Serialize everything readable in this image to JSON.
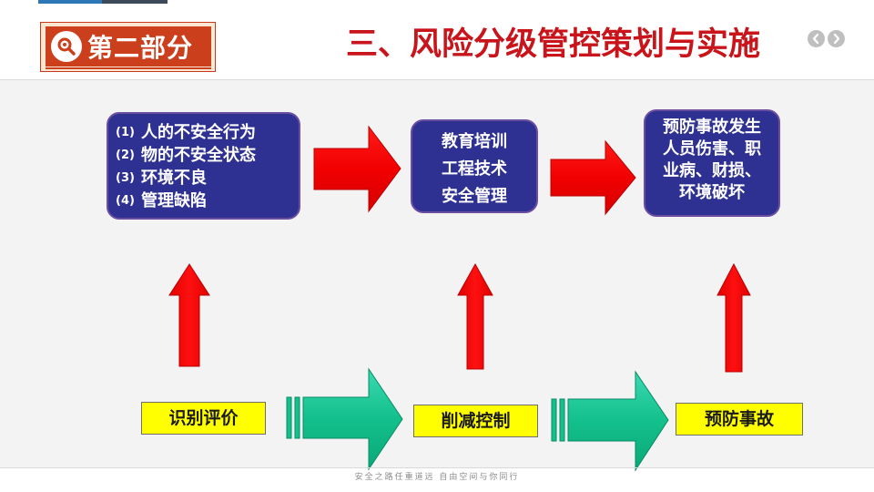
{
  "header": {
    "section_badge": "第二部分",
    "title": "三、风险分级管控策划与实施"
  },
  "factors_box": {
    "items": [
      {
        "num": "(1)",
        "text": "人的不安全行为"
      },
      {
        "num": "(2)",
        "text": "物的不安全状态"
      },
      {
        "num": "(3)",
        "text": "环境不良"
      },
      {
        "num": "(4)",
        "text": "管理缺陷"
      }
    ]
  },
  "measures_box": {
    "lines": [
      "教育培训",
      "工程技术",
      "安全管理"
    ]
  },
  "outcomes_box": {
    "lines": [
      "预防事故发生",
      "人员伤害、职",
      "业病、财损、",
      "环境破坏"
    ]
  },
  "steps": {
    "identify": "识别评价",
    "reduce": "削减控制",
    "prevent": "预防事故"
  },
  "footer": {
    "text": "安全之路任重道远  自由空间与你同行"
  },
  "colors": {
    "title_red": "#c8141a",
    "badge_red": "#cc3f1c",
    "navy_box": "#2e3192",
    "red_arrow": "#ff0000",
    "teal_arrow": "#12c28c",
    "yellow_box": "#ffff00"
  },
  "icons": {
    "badge": "magnifier-icon",
    "prev": "chevron-left-icon",
    "next": "chevron-right-icon"
  }
}
